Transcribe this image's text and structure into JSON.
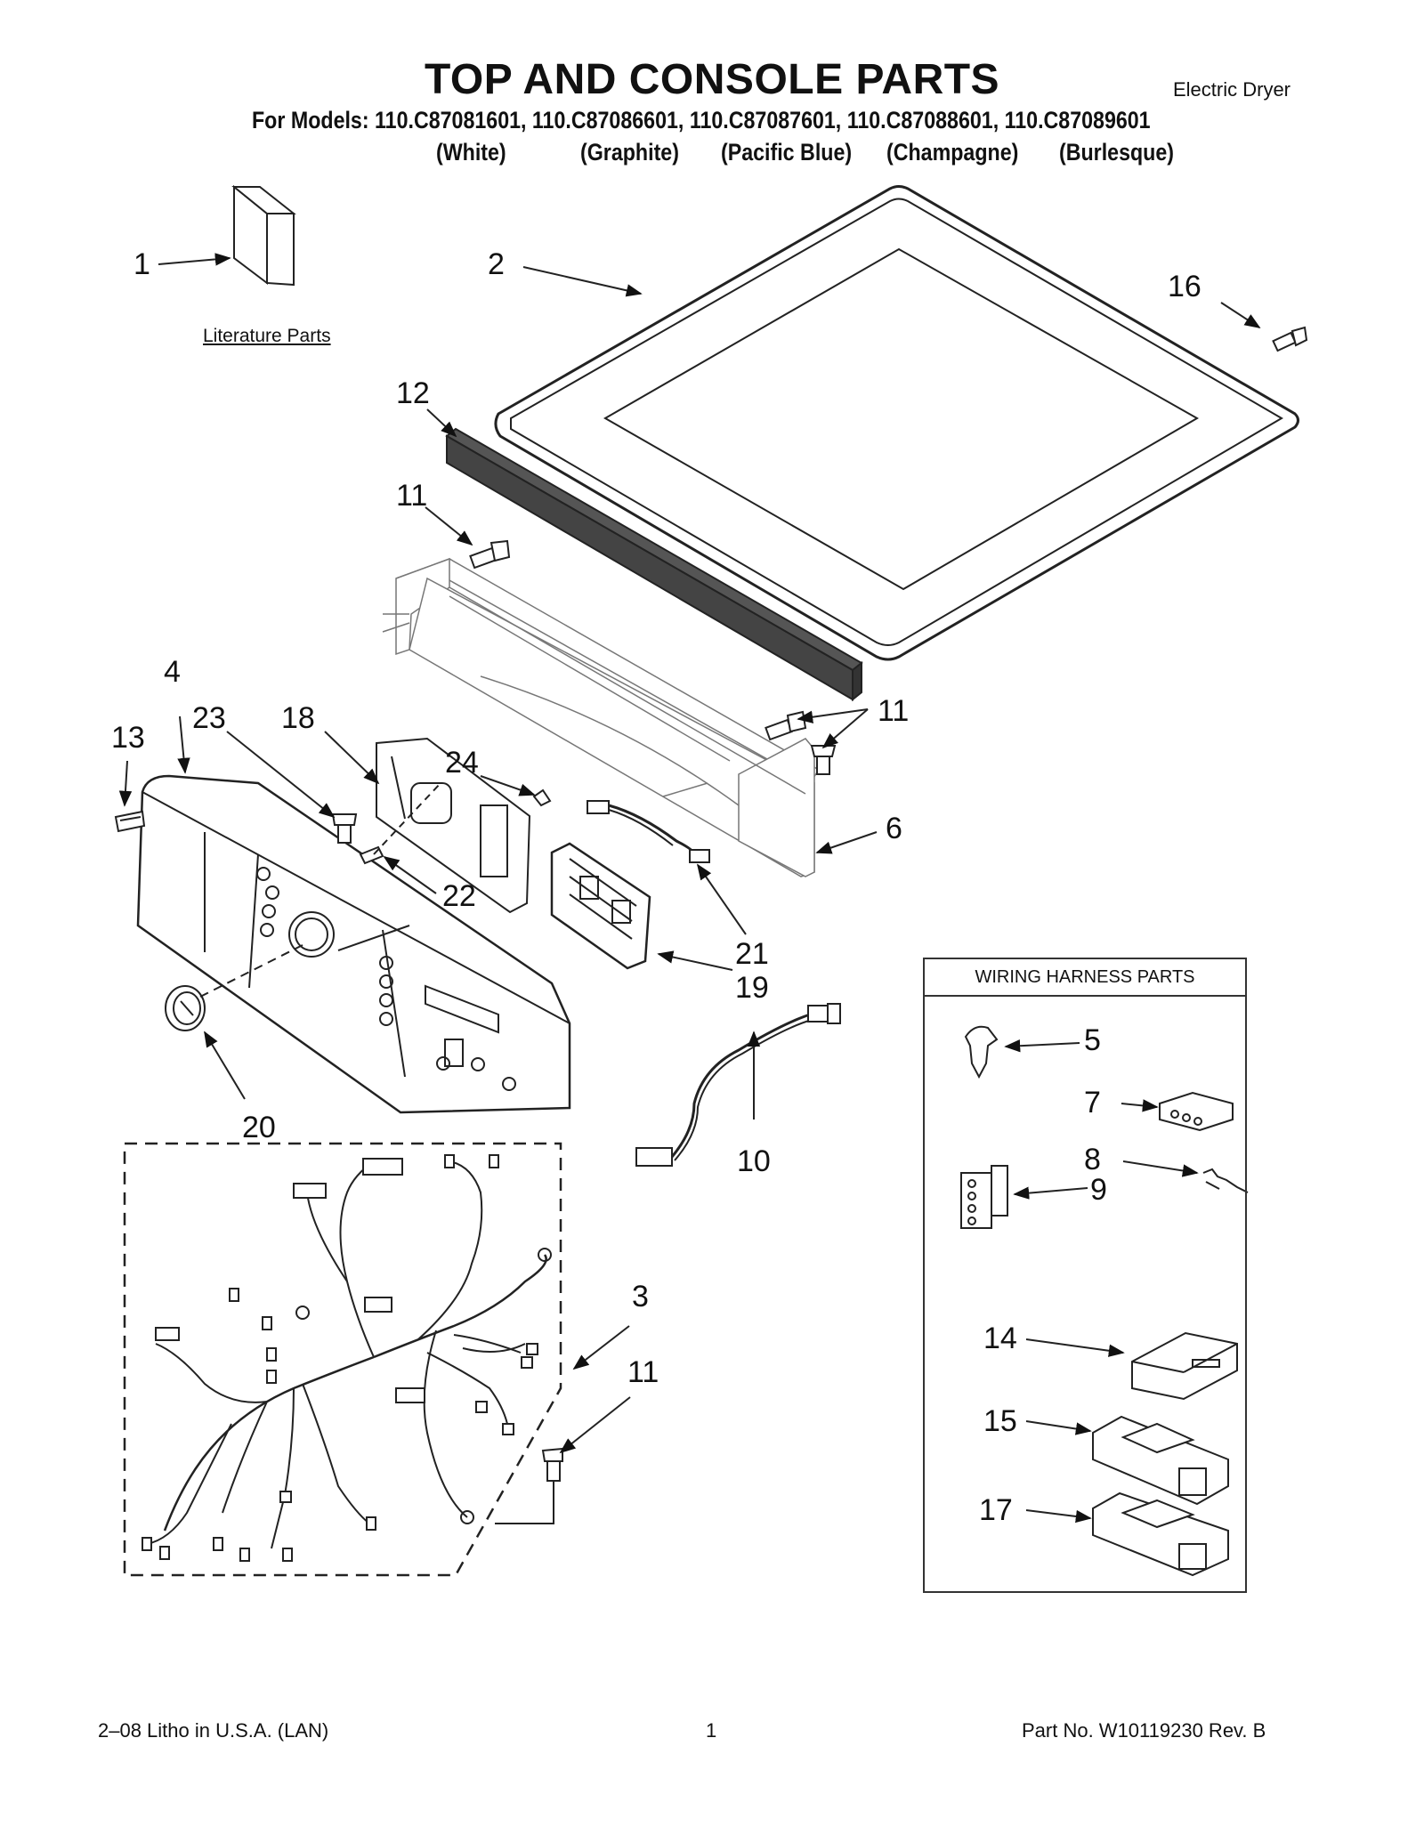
{
  "header": {
    "title": "TOP AND CONSOLE PARTS",
    "product": "Electric Dryer",
    "models_line": "For Models: 110.C87081601, 110.C87086601, 110.C87087601, 110.C87088601, 110.C87089601",
    "colors": [
      "(White)",
      "(Graphite)",
      "(Pacific Blue)",
      "(Champagne)",
      "(Burlesque)"
    ]
  },
  "literature_label": "Literature Parts",
  "harness_box_title": "WIRING HARNESS PARTS",
  "callouts": {
    "c1": "1",
    "c2": "2",
    "c16": "16",
    "c12": "12",
    "c11a": "11",
    "c11b": "11",
    "c4": "4",
    "c13": "13",
    "c23": "23",
    "c18": "18",
    "c24": "24",
    "c6": "6",
    "c22": "22",
    "c21": "21",
    "c19": "19",
    "c20": "20",
    "c10": "10",
    "c3": "3",
    "c11c": "11",
    "c5": "5",
    "c7": "7",
    "c8": "8",
    "c9": "9",
    "c14": "14",
    "c15": "15",
    "c17": "17"
  },
  "footer": {
    "left": "2–08 Litho in U.S.A. (LAN)",
    "page": "1",
    "right": "Part No. W10119230 Rev. B"
  }
}
